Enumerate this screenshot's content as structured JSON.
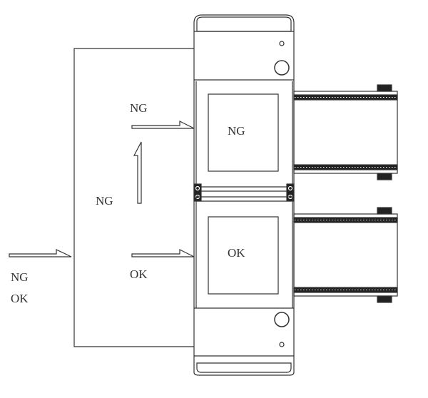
{
  "labels": {
    "input_ng": "NG",
    "input_ok": "OK",
    "route_ng_top": "NG",
    "route_ng_up": "NG",
    "route_ok": "OK",
    "tray_ng": "NG",
    "tray_ok": "OK"
  },
  "colors": {
    "line": "#222222",
    "background": "#ffffff"
  }
}
